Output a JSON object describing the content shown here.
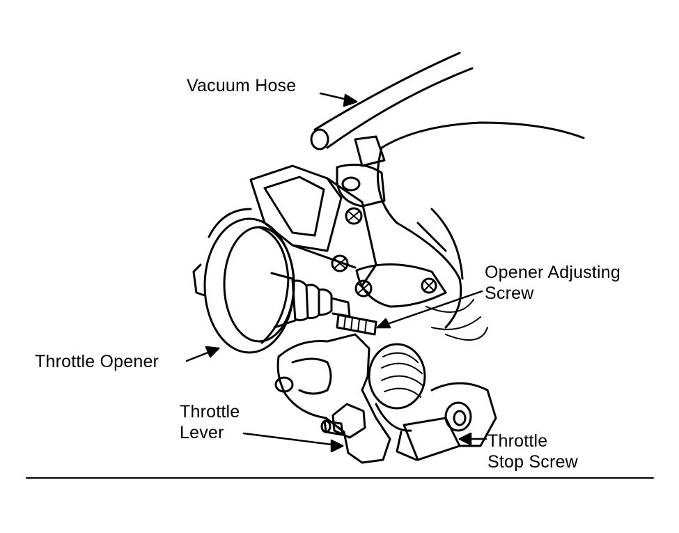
{
  "labels": {
    "vacuum_hose": "Vacuum Hose",
    "opener_adjusting_screw": [
      "Opener Adjusting",
      "Screw"
    ],
    "throttle_opener": "Throttle Opener",
    "throttle_lever": [
      "Throttle",
      "Lever"
    ],
    "throttle_stop_screw": [
      "Throttle",
      "Stop Screw"
    ]
  },
  "colors": {
    "ink": "#000000",
    "paper": "#ffffff"
  }
}
